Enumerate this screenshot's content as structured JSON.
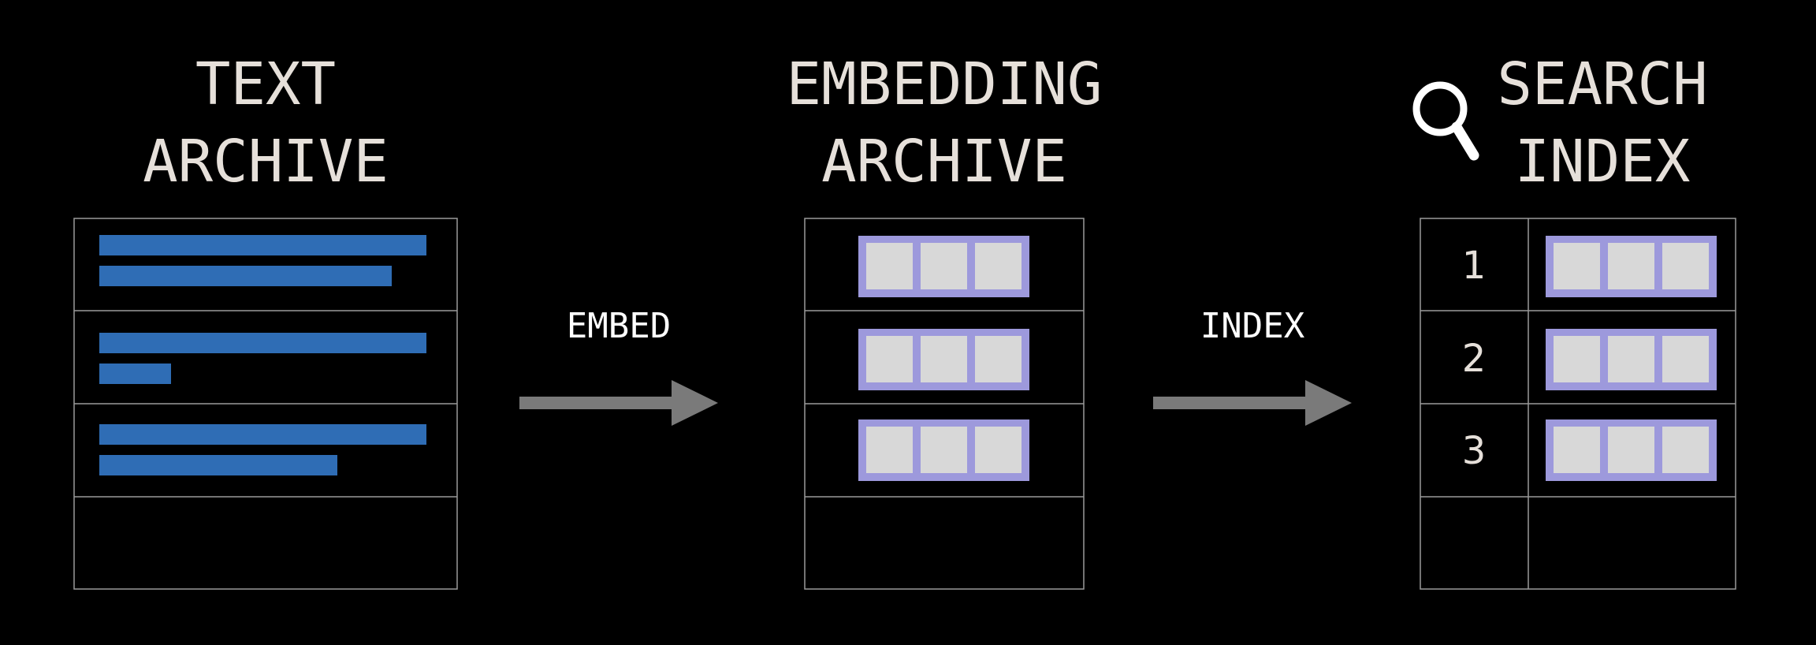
{
  "columns": {
    "text_archive": {
      "title_line1": "TEXT",
      "title_line2": "ARCHIVE"
    },
    "embedding_archive": {
      "title_line1": "EMBEDDING",
      "title_line2": "ARCHIVE"
    },
    "search_index": {
      "title_line1": "SEARCH",
      "title_line2": "INDEX",
      "icon": "magnifier-icon"
    }
  },
  "arrows": {
    "embed": {
      "label": "EMBED"
    },
    "index": {
      "label": "INDEX"
    }
  },
  "index_rows": [
    "1",
    "2",
    "3"
  ],
  "colors": {
    "background": "#000000",
    "text_bar": "#2f6db5",
    "vector_border": "#9d99dc",
    "vector_cell": "#d8d8d8",
    "arrow": "#7a7a7a",
    "grid": "#9a9a9a",
    "title": "#e6e0da"
  }
}
